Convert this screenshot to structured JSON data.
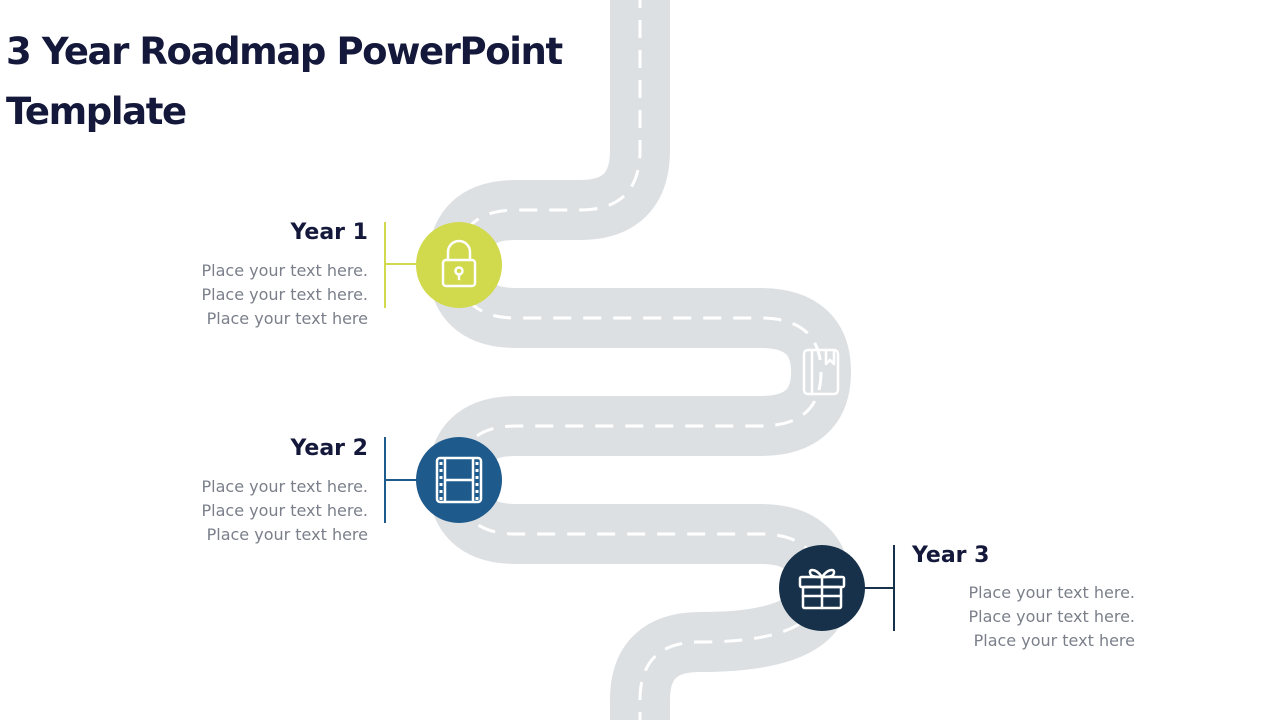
{
  "slide": {
    "title": "3 Year Roadmap PowerPoint Template"
  },
  "milestones": [
    {
      "label": "Year 1",
      "lines": [
        "Place your  text here.",
        "Place your text here.",
        "Place your text here"
      ],
      "color": "#d1d94c",
      "icon": "lock-icon"
    },
    {
      "label": "Year 2",
      "lines": [
        "Place your  text here.",
        "Place your text here.",
        "Place your text here"
      ],
      "color": "#1e5a8c",
      "icon": "film-strip-icon"
    },
    {
      "label": "Year 3",
      "lines": [
        "Place your  text here.",
        "Place your text here.",
        "Place your text here"
      ],
      "color": "#17314a",
      "icon": "gift-icon"
    }
  ],
  "road": {
    "surface_color": "#dde0e3",
    "marking_color": "#ffffff",
    "waypoint_icon": "book-icon"
  },
  "colors": {
    "title": "#14183a",
    "body_text": "#7a7f8a"
  }
}
